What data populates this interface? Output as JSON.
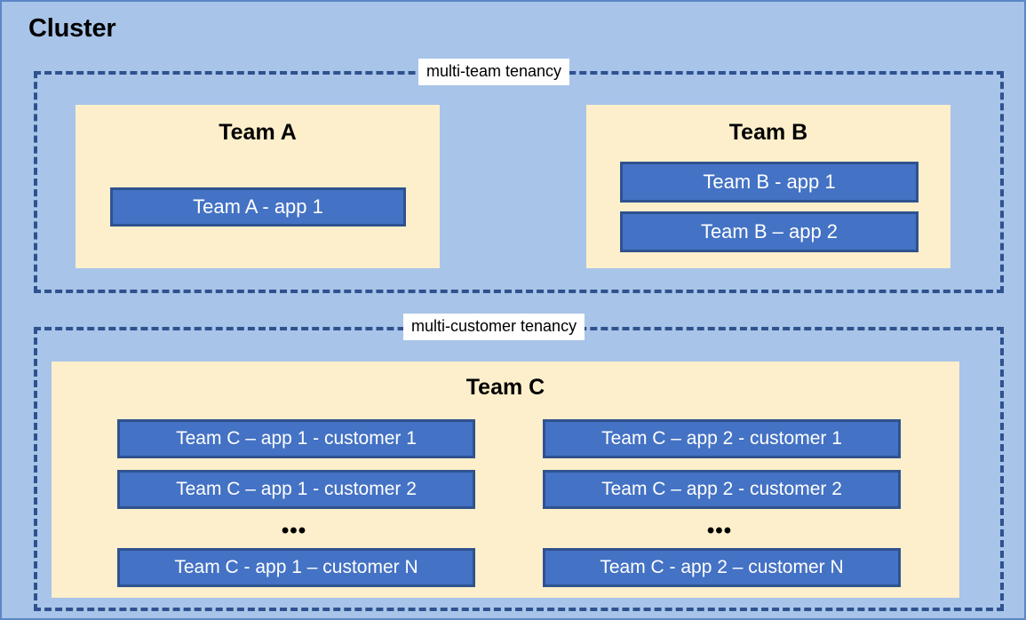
{
  "diagram": {
    "title": "Cluster",
    "background_color": "#A8C4E8",
    "border_color": "#5B87C6",
    "zone_border_color": "#2F528F",
    "team_panel_color": "#FDEFCB",
    "app_box_fill": "#4472C4",
    "app_box_border": "#2F528F",
    "app_box_text_color": "#FFFFFF",
    "ellipsis": "•••"
  },
  "zones": [
    {
      "id": "multi-team",
      "label": "multi-team tenancy",
      "teams": [
        {
          "id": "team-a",
          "heading": "Team A",
          "apps": [
            {
              "id": "teama-app1",
              "label": "Team A - app 1"
            }
          ]
        },
        {
          "id": "team-b",
          "heading": "Team B",
          "apps": [
            {
              "id": "teamb-app1",
              "label": "Team B - app 1"
            },
            {
              "id": "teamb-app2",
              "label": "Team B – app 2"
            }
          ]
        }
      ]
    },
    {
      "id": "multi-customer",
      "label": "multi-customer tenancy",
      "teams": [
        {
          "id": "team-c",
          "heading": "Team C",
          "columns": [
            {
              "id": "team-c-app-1",
              "apps": [
                {
                  "id": "teamc-a1c1",
                  "label": "Team C – app 1 - customer 1"
                },
                {
                  "id": "teamc-a1c2",
                  "label": "Team C – app 1 - customer 2"
                },
                {
                  "id": "teamc-a1cn",
                  "label": "Team C - app 1 – customer N"
                }
              ]
            },
            {
              "id": "team-c-app-2",
              "apps": [
                {
                  "id": "teamc-a2c1",
                  "label": "Team C – app 2 - customer 1"
                },
                {
                  "id": "teamc-a2c2",
                  "label": "Team C – app 2 - customer 2"
                },
                {
                  "id": "teamc-a2cn",
                  "label": "Team C - app 2 – customer N"
                }
              ]
            }
          ]
        }
      ]
    }
  ]
}
